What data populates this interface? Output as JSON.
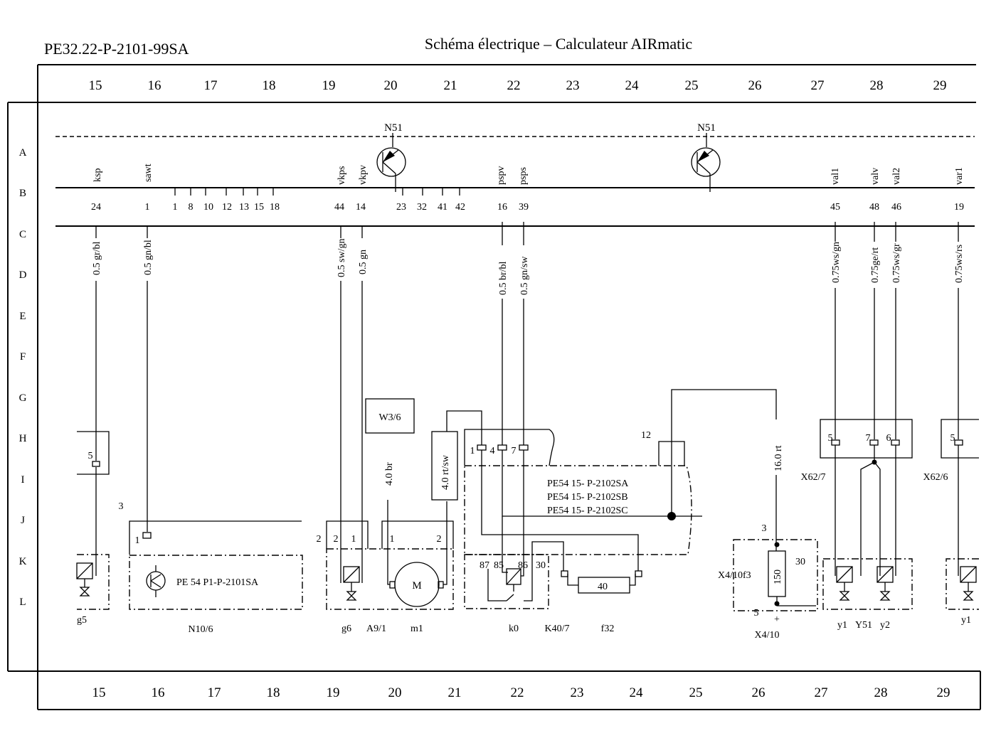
{
  "header": {
    "doc_id": "PE32.22-P-2101-99SA",
    "title": "Schéma électrique – Calculateur AIRmatic"
  },
  "grid": {
    "columns": [
      "15",
      "16",
      "17",
      "18",
      "19",
      "20",
      "21",
      "22",
      "23",
      "24",
      "25",
      "26",
      "27",
      "28",
      "29"
    ],
    "rows": [
      "A",
      "B",
      "C",
      "D",
      "E",
      "F",
      "G",
      "H",
      "I",
      "J",
      "K",
      "L"
    ]
  },
  "control_unit": {
    "name_left": "N51",
    "name_right": "N51",
    "signals": {
      "ksp": "ksp",
      "sawt": "sawt",
      "vkps": "vkps",
      "vkpv": "vkpv",
      "pspv": "pspv",
      "psps": "psps",
      "val1": "val1",
      "valv": "valv",
      "val2": "val2",
      "var1": "var1"
    },
    "pins_b": [
      "1",
      "8",
      "10",
      "12",
      "13",
      "15",
      "18",
      "23",
      "32",
      "41",
      "42"
    ],
    "pins_c": {
      "ksp": "24",
      "sawt": "1",
      "vkps": "44",
      "vkpv": "14",
      "pspv": "16",
      "psps": "39",
      "val1": "45",
      "valv": "48",
      "val2": "46",
      "var1": "19"
    }
  },
  "wires": {
    "ksp": "0.5 gr/bl",
    "sawt": "0.5 gn/bl",
    "vkps": "0.5 sw/gn",
    "vkpv": "0.5 gn",
    "pspv": "0.5 br/bl",
    "psps": "0.5 gn/sw",
    "val1": "0.75ws/gn",
    "valv": "0.75ge/rt",
    "val2": "0.75ws/gr",
    "var1": "0.75ws/rs",
    "m1_wire": "4.0 br",
    "m1_wire2": "4.0 rt/sw",
    "x4_wire": "16.0 rt"
  },
  "components": {
    "g5": "g5",
    "g5_pin": "5",
    "n10_pin": "3",
    "n10_pin1": "1",
    "n10_ref": "PE 54 P1-P-2101SA",
    "n10": "N10/6",
    "a9_pins": [
      "2",
      "2",
      "1"
    ],
    "m1_pins": [
      "1",
      "2"
    ],
    "m1_symbol": "M",
    "g6": "g6",
    "a9": "A9/1",
    "m1": "m1",
    "w3": "W3/6",
    "relay_pins": [
      "1",
      "4",
      "7"
    ],
    "relay_term": [
      "87",
      "85",
      "86",
      "30"
    ],
    "fuse_value": "40",
    "pe_refs": [
      "PE54 15- P-2102SA",
      "PE54 15- P-2102SB",
      "PE54 15- P-2102SC"
    ],
    "k0": "k0",
    "k40": "K40/7",
    "f32": "f32",
    "pin12": "12",
    "x4_pin3": "3",
    "x4_30": "30",
    "x4_150": "150",
    "x4_f3": "X4/10f3",
    "x4_5": "5",
    "x4_plus": "+",
    "x4": "X4/10",
    "x62_7_pins": [
      "5",
      "7",
      "6"
    ],
    "x62_7": "X62/7",
    "x62_6_pin": "5",
    "x62_6": "X62/6",
    "y1": "y1",
    "y51": "Y51",
    "y2": "y2",
    "y1b": "y1"
  }
}
